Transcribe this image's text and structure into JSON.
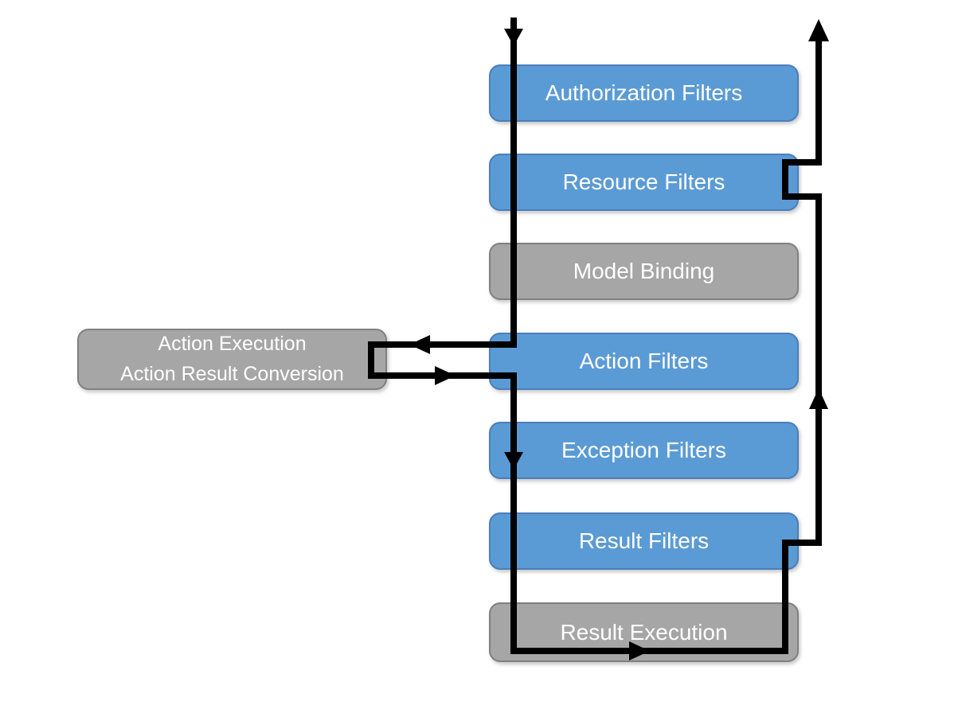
{
  "diagram": {
    "nodes": [
      {
        "label": "Authorization Filters",
        "type": "filter"
      },
      {
        "label": "Resource Filters",
        "type": "filter"
      },
      {
        "label": "Model Binding",
        "type": "stage"
      },
      {
        "label": "Action Filters",
        "type": "filter"
      },
      {
        "label": "Exception Filters",
        "type": "filter"
      },
      {
        "label": "Result Filters",
        "type": "filter"
      },
      {
        "label": "Result Execution",
        "type": "stage"
      }
    ],
    "side_node": {
      "line1": "Action Execution",
      "line2": "Action Result Conversion",
      "type": "stage"
    },
    "colors": {
      "filter_fill": "#5b9bd5",
      "filter_border": "#4a7ebb",
      "stage_fill": "#a6a6a6",
      "stage_border": "#808080",
      "text": "#ffffff",
      "line": "#000000",
      "background": "#ffffff"
    }
  }
}
